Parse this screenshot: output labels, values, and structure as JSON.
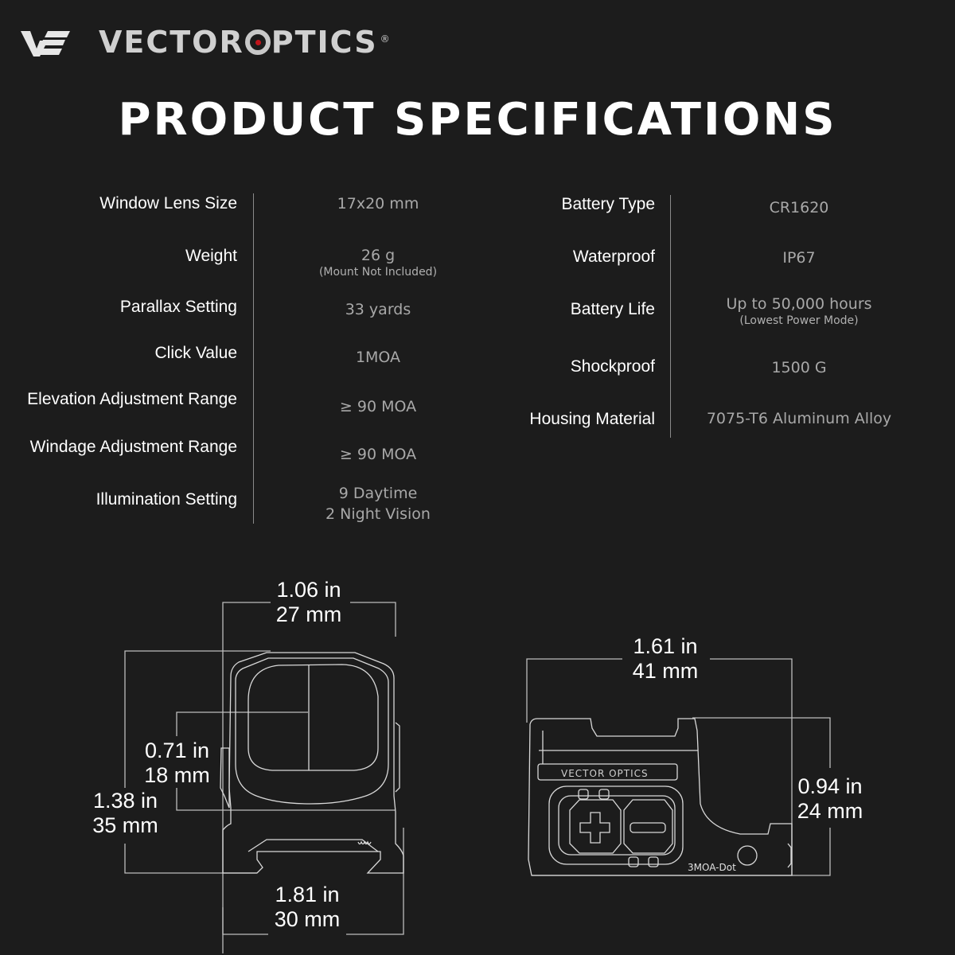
{
  "brand": {
    "logo_mark": "VE",
    "name_part1": "VECTOR",
    "name_part2": "PTICS",
    "registered": "®",
    "accent_color": "#c0141b"
  },
  "title": "PRODUCT SPECIFICATIONS",
  "specs_left": [
    {
      "label": "Window Lens Size",
      "value": "17x20 mm",
      "note": ""
    },
    {
      "label": "Weight",
      "value": "26 g",
      "note": "(Mount Not Included)"
    },
    {
      "label": "Parallax Setting",
      "value": "33 yards",
      "note": ""
    },
    {
      "label": "Click Value",
      "value": "1MOA",
      "note": ""
    },
    {
      "label": "Elevation Adjustment Range",
      "value": "≥ 90 MOA",
      "note": ""
    },
    {
      "label": "Windage Adjustment Range",
      "value": "≥ 90 MOA",
      "note": ""
    },
    {
      "label": "Illumination Setting",
      "value": "9 Daytime",
      "value2": "2 Night Vision",
      "note": ""
    }
  ],
  "specs_right": [
    {
      "label": "Battery Type",
      "value": "CR1620",
      "note": ""
    },
    {
      "label": "Waterproof",
      "value": "IP67",
      "note": ""
    },
    {
      "label": "Battery Life",
      "value": "Up to 50,000 hours",
      "note": "(Lowest Power Mode)"
    },
    {
      "label": "Shockproof",
      "value": "1500 G",
      "note": ""
    },
    {
      "label": "Housing Material",
      "value": "7075-T6 Aluminum Alloy",
      "note": ""
    }
  ],
  "front_view": {
    "width_top": {
      "in": "1.06 in",
      "mm": "27 mm"
    },
    "window_height": {
      "in": "0.71 in",
      "mm": "18 mm"
    },
    "total_height": {
      "in": "1.38 in",
      "mm": "35 mm"
    },
    "base_width": {
      "in": "1.81 in",
      "mm": "30 mm"
    }
  },
  "side_view": {
    "length": {
      "in": "1.61 in",
      "mm": "41 mm"
    },
    "height": {
      "in": "0.94 in",
      "mm": "24 mm"
    },
    "engraving": "VECTOR OPTICS",
    "reticle_label": "3MOA-Dot",
    "buttons": [
      "plus-button",
      "minus-button"
    ]
  }
}
